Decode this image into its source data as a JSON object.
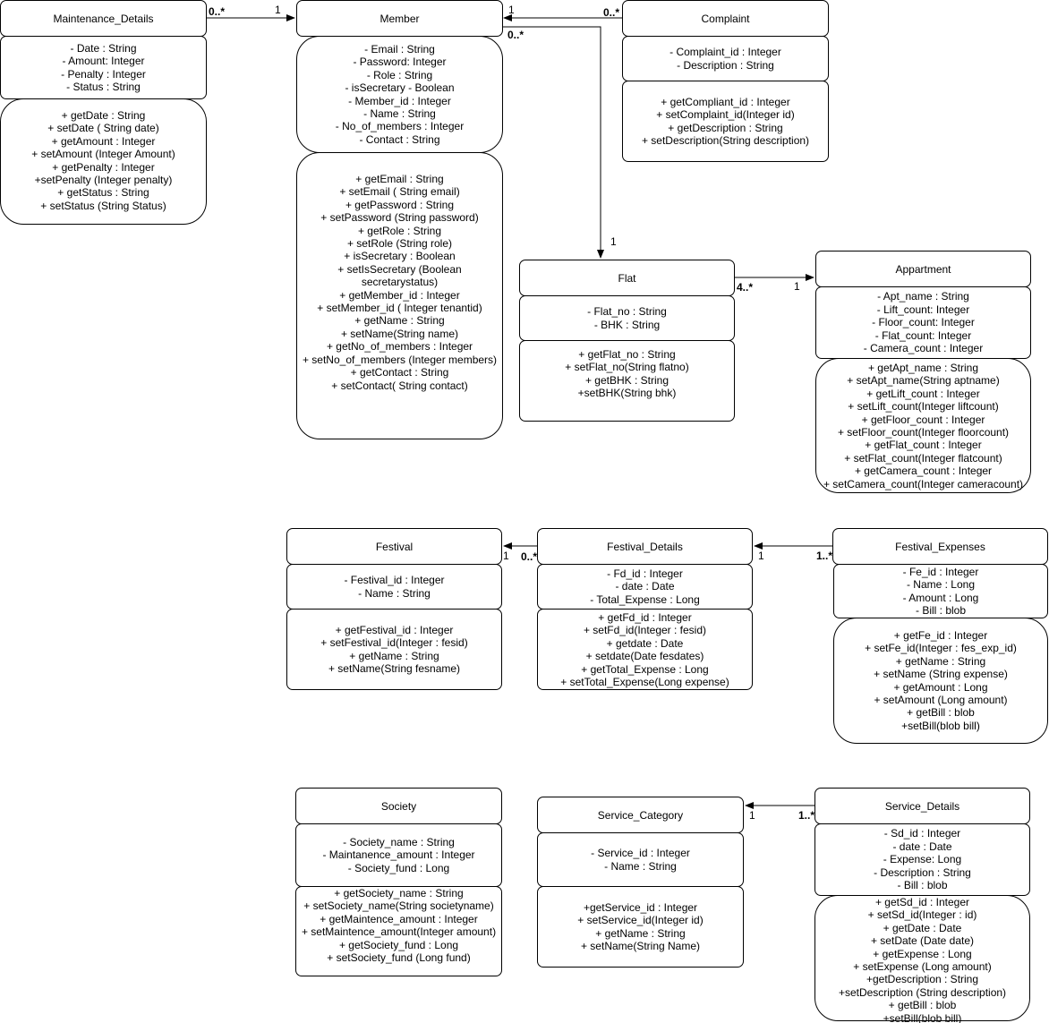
{
  "classes": {
    "maintenance": {
      "name": "Maintenance_Details",
      "attributes": [
        "- Date : String",
        "- Amount: Integer",
        "- Penalty : Integer",
        "- Status : String"
      ],
      "methods": [
        "+ getDate : String",
        "+ setDate ( String date)",
        "+ getAmount : Integer",
        "+ setAmount (Integer Amount)",
        "+ getPenalty : Integer",
        "+setPenalty (Integer penalty)",
        "+ getStatus : String",
        "+ setStatus (String Status)"
      ]
    },
    "member": {
      "name": "Member",
      "attributes": [
        "- Email : String",
        "- Password: Integer",
        "- Role : String",
        "- isSecretary - Boolean",
        "- Member_id : Integer",
        "- Name : String",
        "- No_of_members : Integer",
        "- Contact : String"
      ],
      "methods": [
        "+ getEmail : String",
        "+ setEmail ( String email)",
        "+ getPassword : String",
        "+ setPassword (String password)",
        "+ getRole : String",
        "+ setRole (String role)",
        "+ isSecretary : Boolean",
        "+ setIsSecretary (Boolean",
        "secretarystatus)",
        "+ getMember_id : Integer",
        "+ setMember_id ( Integer tenantid)",
        "+ getName : String",
        "+ setName(String name)",
        "+ getNo_of_members : Integer",
        "+ setNo_of_members (Integer members)",
        "+ getContact : String",
        "+ setContact( String contact)"
      ]
    },
    "complaint": {
      "name": "Complaint",
      "attributes": [
        "- Complaint_id : Integer",
        "- Description : String"
      ],
      "methods": [
        "+ getCompliant_id : Integer",
        "+ setComplaint_id(Integer id)",
        "+ getDescription : String",
        "+ setDescription(String description)"
      ]
    },
    "flat": {
      "name": "Flat",
      "attributes": [
        "- Flat_no : String",
        "- BHK : String"
      ],
      "methods": [
        "+ getFlat_no : String",
        "+ setFlat_no(String flatno)",
        "+ getBHK : String",
        "+setBHK(String bhk)"
      ]
    },
    "appartment": {
      "name": "Appartment",
      "attributes": [
        "- Apt_name : String",
        "- Lift_count: Integer",
        "- Floor_count: Integer",
        "- Flat_count: Integer",
        "- Camera_count : Integer"
      ],
      "methods": [
        "+ getApt_name : String",
        "+ setApt_name(String aptname)",
        "+ getLift_count : Integer",
        "+ setLift_count(Integer liftcount)",
        "+ getFloor_count : Integer",
        "+ setFloor_count(Integer floorcount)",
        "+ getFlat_count : Integer",
        "+ setFlat_count(Integer flatcount)",
        "+ getCamera_count : Integer",
        "+ setCamera_count(Integer cameracount)"
      ]
    },
    "festival": {
      "name": "Festival",
      "attributes": [
        "- Festival_id : Integer",
        "- Name : String"
      ],
      "methods": [
        "+ getFestival_id : Integer",
        "+ setFestival_id(Integer : fesid)",
        "+ getName : String",
        "+ setName(String fesname)"
      ]
    },
    "festival_details": {
      "name": "Festival_Details",
      "attributes": [
        "- Fd_id : Integer",
        "- date : Date",
        "- Total_Expense : Long"
      ],
      "methods": [
        "+ getFd_id : Integer",
        "+ setFd_id(Integer : fesid)",
        "+ getdate : Date",
        "+ setdate(Date fesdates)",
        "+ getTotal_Expense : Long",
        "+ setTotal_Expense(Long expense)"
      ]
    },
    "festival_expenses": {
      "name": "Festival_Expenses",
      "attributes": [
        "- Fe_id : Integer",
        "- Name : Long",
        "- Amount : Long",
        "- Bill : blob"
      ],
      "methods": [
        "+ getFe_id : Integer",
        "+ setFe_id(Integer : fes_exp_id)",
        "+ getName : String",
        "+ setName (String expense)",
        "+ getAmount : Long",
        "+ setAmount (Long amount)",
        "+ getBill : blob",
        "+setBill(blob bill)"
      ]
    },
    "society": {
      "name": "Society",
      "attributes": [
        "- Society_name : String",
        "- Maintanence_amount : Integer",
        "- Society_fund : Long"
      ],
      "methods": [
        "+ getSociety_name : String",
        "+ setSociety_name(String societyname)",
        "+ getMaintence_amount : Integer",
        "+ setMaintence_amount(Integer amount)",
        "+ getSociety_fund : Long",
        "+ setSociety_fund (Long fund)"
      ]
    },
    "service_category": {
      "name": "Service_Category",
      "attributes": [
        "- Service_id : Integer",
        "- Name : String"
      ],
      "methods": [
        "+getService_id : Integer",
        "+ setService_id(Integer id)",
        "+ getName : String",
        "+ setName(String Name)"
      ]
    },
    "service_details": {
      "name": "Service_Details",
      "attributes": [
        "- Sd_id : Integer",
        "- date : Date",
        "- Expense: Long",
        "- Description : String",
        "- Bill : blob"
      ],
      "methods": [
        "+ getSd_id : Integer",
        "+ setSd_id(Integer : id)",
        "+ getDate : Date",
        "+ setDate (Date date)",
        "+ getExpense : Long",
        "+ setExpense (Long amount)",
        "+getDescription : String",
        "+setDescription (String description)",
        "+ getBill : blob",
        "+setBill(blob bill)"
      ]
    }
  },
  "multiplicities": {
    "maint_member_src": "0..*",
    "maint_member_dst": "1",
    "complaint_member_dst": "1",
    "complaint_member_src": "0..*",
    "member_flat_src": "0..*",
    "member_flat_dst": "1",
    "flat_apt_src": "4..*",
    "flat_apt_dst": "1",
    "fd_festival_dst": "1",
    "fd_festival_src": "0..*",
    "fe_fd_dst": "1",
    "fe_fd_src": "1..*",
    "sd_sc_dst": "1",
    "sd_sc_src": "1..*"
  }
}
